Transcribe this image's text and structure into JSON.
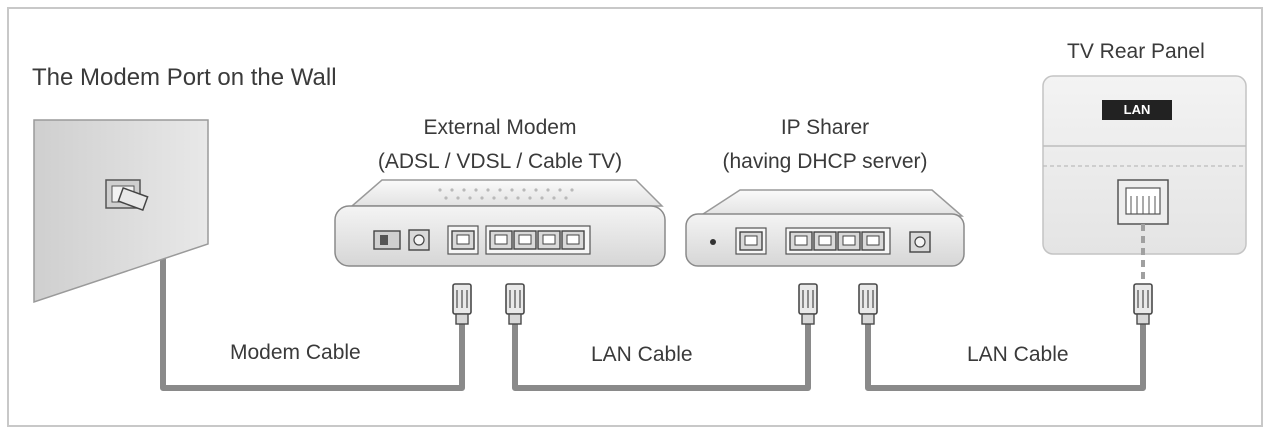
{
  "labels": {
    "wall_port": "The Modem Port on the Wall",
    "modem_line1": "External Modem",
    "modem_line2": "(ADSL / VDSL / Cable TV)",
    "sharer_line1": "IP Sharer",
    "sharer_line2": "(having DHCP server)",
    "tv_panel": "TV Rear Panel",
    "lan_port": "LAN",
    "modem_cable": "Modem Cable",
    "lan_cable_1": "LAN Cable",
    "lan_cable_2": "LAN Cable"
  },
  "colors": {
    "cable": "#8a8a8a",
    "device_body": "#efefef",
    "device_outline": "#9a9a9a",
    "wall": "#dcdcdc",
    "frame": "#c8c8c8"
  }
}
